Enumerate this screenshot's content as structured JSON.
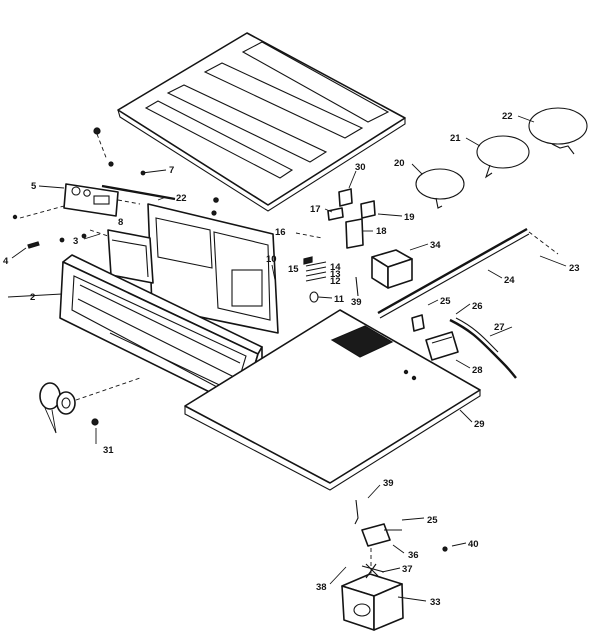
{
  "diagram": {
    "colors": {
      "ink": "#141414",
      "paper": "#ffffff"
    },
    "callouts": [
      {
        "id": "c2",
        "label": "2"
      },
      {
        "id": "c3",
        "label": "3"
      },
      {
        "id": "c4",
        "label": "4"
      },
      {
        "id": "c5",
        "label": "5"
      },
      {
        "id": "c7",
        "label": "7"
      },
      {
        "id": "c8",
        "label": "8"
      },
      {
        "id": "c10",
        "label": "10"
      },
      {
        "id": "c11",
        "label": "11"
      },
      {
        "id": "c12",
        "label": "12"
      },
      {
        "id": "c13",
        "label": "13"
      },
      {
        "id": "c14",
        "label": "14"
      },
      {
        "id": "c15",
        "label": "15"
      },
      {
        "id": "c16",
        "label": "16"
      },
      {
        "id": "c17",
        "label": "17"
      },
      {
        "id": "c18",
        "label": "18"
      },
      {
        "id": "c19",
        "label": "19"
      },
      {
        "id": "c20",
        "label": "20"
      },
      {
        "id": "c21",
        "label": "21"
      },
      {
        "id": "c22",
        "label": "22"
      },
      {
        "id": "c22b",
        "label": "22"
      },
      {
        "id": "c23",
        "label": "23"
      },
      {
        "id": "c24",
        "label": "24"
      },
      {
        "id": "c25",
        "label": "25"
      },
      {
        "id": "c25b",
        "label": "25"
      },
      {
        "id": "c26",
        "label": "26"
      },
      {
        "id": "c27",
        "label": "27"
      },
      {
        "id": "c28",
        "label": "28"
      },
      {
        "id": "c29",
        "label": "29"
      },
      {
        "id": "c30",
        "label": "30"
      },
      {
        "id": "c31",
        "label": "31"
      },
      {
        "id": "c33",
        "label": "33"
      },
      {
        "id": "c34",
        "label": "34"
      },
      {
        "id": "c36",
        "label": "36"
      },
      {
        "id": "c37",
        "label": "37"
      },
      {
        "id": "c38",
        "label": "38"
      },
      {
        "id": "c39",
        "label": "39"
      },
      {
        "id": "c39b",
        "label": "39"
      },
      {
        "id": "c40",
        "label": "40"
      }
    ]
  }
}
